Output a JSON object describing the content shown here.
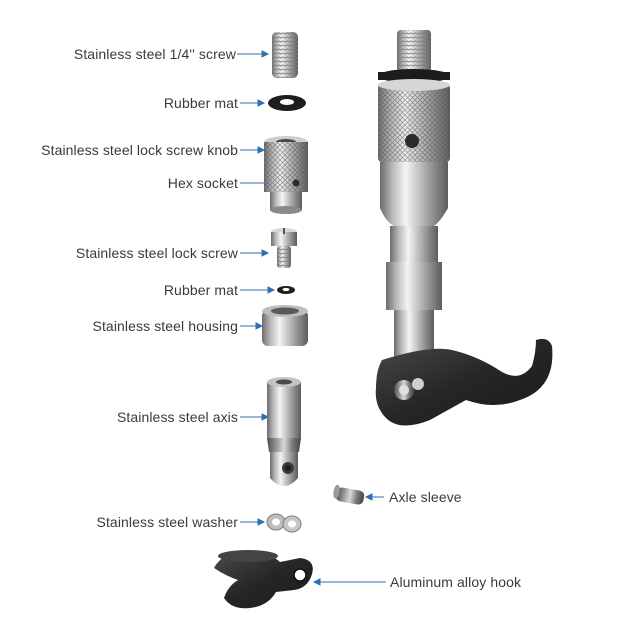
{
  "labels": {
    "screw_14": "Stainless steel 1/4'' screw",
    "rubber_mat_1": "Rubber mat",
    "lock_knob": "Stainless steel lock screw knob",
    "hex_socket": "Hex socket",
    "lock_screw": "Stainless steel lock screw",
    "rubber_mat_2": "Rubber mat",
    "housing": "Stainless steel housing",
    "axis": "Stainless steel axis",
    "axle_sleeve": "Axle sleeve",
    "washer": "Stainless steel washer",
    "hook": "Aluminum alloy hook"
  },
  "colors": {
    "leader_line": "#2f6fb3",
    "label_text": "#3a3a3a",
    "steel_light": "#e6e6e6",
    "steel_dark": "#6e6e6e",
    "anodized_black": "#2a2a2a"
  }
}
